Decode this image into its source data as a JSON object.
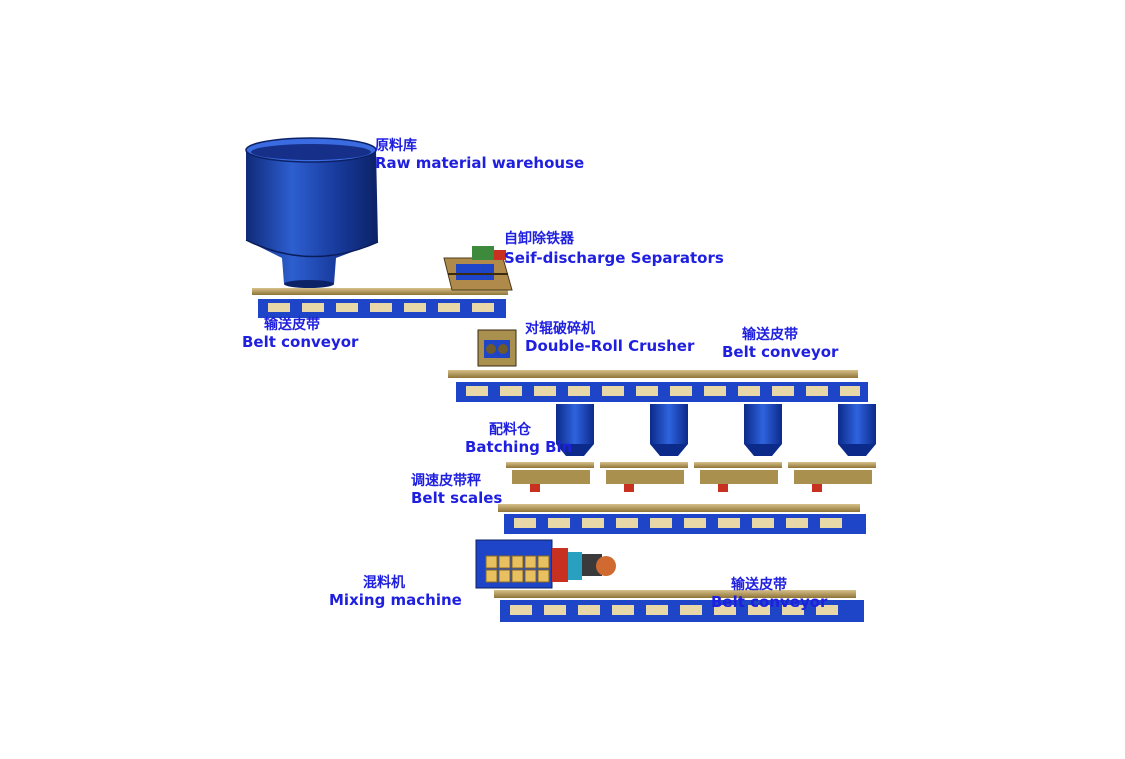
{
  "labels": {
    "raw_warehouse": {
      "zh": "原料库",
      "en": "Raw material  warehouse"
    },
    "separator": {
      "zh": "自卸除铁器",
      "en": "Seif-discharge Separators"
    },
    "belt_conveyor_1": {
      "zh": "输送皮带",
      "en": "Belt conveyor"
    },
    "crusher": {
      "zh": "对辊破碎机",
      "en": "Double-Roll Crusher"
    },
    "belt_conveyor_2": {
      "zh": "输送皮带",
      "en": "Belt conveyor"
    },
    "batching_bin": {
      "zh": "配料仓",
      "en": "Batching Bin"
    },
    "belt_scales": {
      "zh": "调速皮带秤",
      "en": "Belt scales"
    },
    "mixing_machine": {
      "zh": "混料机",
      "en": "Mixing machine"
    },
    "belt_conveyor_3": {
      "zh": "输送皮带",
      "en": "Belt conveyor"
    }
  },
  "colors": {
    "label_text": "#1f1fe0",
    "hopper_blue": "#1a3fae",
    "frame_blue": "#1e44c8",
    "belt_tan": "#b79a5a",
    "belt_pad": "#e8d8a8"
  }
}
